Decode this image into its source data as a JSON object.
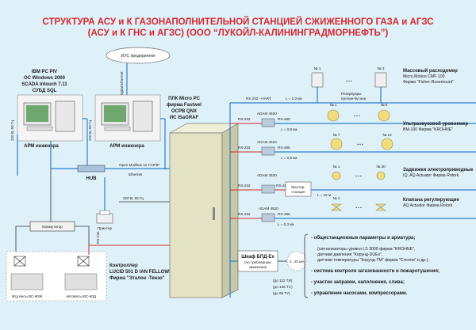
{
  "title": {
    "line1": "СТРУКТУРА АСУ и К ГАЗОНАПОЛНИТЕЛЬНОЙ СТАНЦИЕЙ СЖИЖЕННОГО ГАЗА и АГЗС",
    "line2": "(АСУ и К ГНС и АГЗС) (ООО “ЛУКОЙЛ-КАЛИНИНГРАДМОРНЕФТЬ”)"
  },
  "ius": "ИУС предприятия",
  "digital_ethernet": "Digital Ethernet",
  "pc_spec": [
    "IBM PC PIV",
    "ОС Windows 2000",
    "SCADA Intouch 7.11",
    "СУБД SQL"
  ],
  "arm1": "АРМ инженера",
  "arm2": "АРМ инженера",
  "power1": "220 В, 50 Гц",
  "power2": "220 В, 50 Гц",
  "power3": "220 В, 50 Гц",
  "hub": "HUB",
  "open_modbus": "Open Modbus on TCP/IP",
  "ethernet": "Ethernet",
  "printer": "Принтер",
  "commutator": "Коммутатор",
  "rs232": "RS-232",
  "rs485": "RS-485",
  "plc": [
    "ПЛК Micro PC",
    "фирма Fastwel",
    "ОСРВ QNX",
    "ИС ISaGRAF"
  ],
  "controller": [
    "Контроллер",
    "LUCID 501 D IAN FELLOWS",
    "Фирма \"Эталон -Тензо\""
  ],
  "scales1": "Ж/д весы ВС-60Ж",
  "scales2": "Автовесы ВС-60Д",
  "hart": "RS 232 - HART",
  "l1": "L = 1,0 км",
  "l2": "L = 0,8 км",
  "l3": "L = 0,6 км",
  "l4": "L = 15 м",
  "l5": "L = 0,3 км",
  "adam": "ADAM 4520",
  "master": [
    "Мастер-",
    "станция"
  ],
  "reservoirs": [
    "Резервуары",
    "пропан-бутана"
  ],
  "no1": "№ 1",
  "no3": "№ 3",
  "no6": "№ 6",
  "no7": "№ 7",
  "no12": "№ 12",
  "no30": "№ 30",
  "dots": "• • •",
  "dev1": [
    "Массовый расходомер",
    "Micro Motion CMF 100",
    "Фирма \"Fisher-Rosemount\""
  ],
  "dev2": [
    "Ультразвуковой уровнемер",
    "ВМ-100 Фирма \"KROHNE\""
  ],
  "dev3": [
    "Задвижки электроприводные",
    "IQ, AQ Actuator Фирма Rotork"
  ],
  "dev4": [
    "Клапана регулирующие",
    "AQ Actuator Фирма Rotork"
  ],
  "cabinet": [
    "Шкаф БПД-Ех",
    "(по требованию",
    "заказчика)"
  ],
  "current": "4...20 мА",
  "points": [
    "(до 112 ТИ)",
    "(до 128 ТС)",
    "(до 96 ТУ)"
  ],
  "bullets": [
    "- общестанционные параметры и арматура;",
    "(сигнализаторы уровня LS 3000 фирма \"KROHNE\",",
    "датчики давления \"Корунд-DUEx\",",
    "датчики температуры \"Корунд-ТМ\" фирма \"Стелли\" и др.);",
    "- система контроля загазованности и пожаротушения;",
    "- участки заправки, наполнения, слива;",
    "- управление насосами, компрессорами."
  ],
  "colors": {
    "title": "#d9262e",
    "bus": "#2c7fd0",
    "background": "#dff1f8"
  }
}
